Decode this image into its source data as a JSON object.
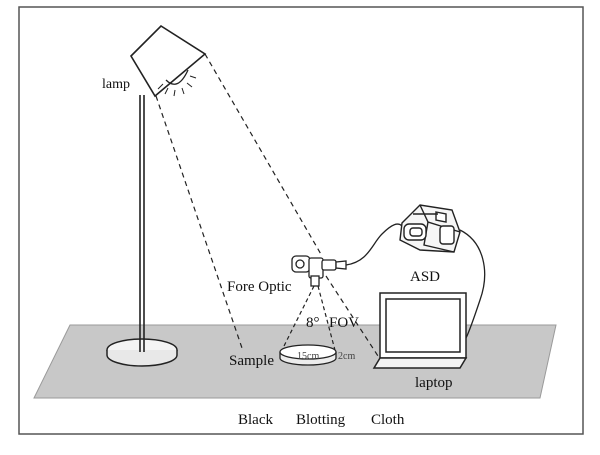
{
  "labels": {
    "lamp": "lamp",
    "asd": "ASD",
    "fore_optic": "Fore Optic",
    "fov_angle": "8°",
    "fov": "FOV",
    "sample": "Sample",
    "sample_diameter": "15cm",
    "sample_thickness": "2cm",
    "laptop": "laptop",
    "caption": {
      "black": "Black",
      "blotting": "Blotting",
      "cloth": "Cloth"
    }
  },
  "colors": {
    "table": "#c8c8c8",
    "stroke": "#222222",
    "frame": "#555555",
    "background": "#ffffff"
  }
}
